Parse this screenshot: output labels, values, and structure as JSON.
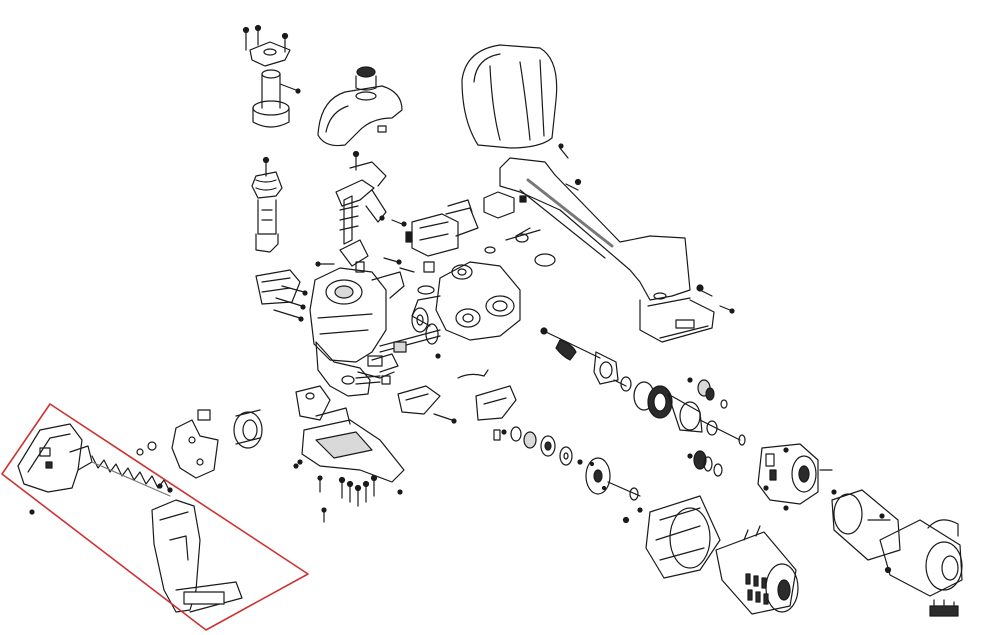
{
  "diagram": {
    "type": "exploded-parts-view",
    "line_color": "#1a1a1a",
    "fill_color": "#ffffff",
    "shade_color": "#d9d9d9",
    "dark_fill": "#2b2b2b",
    "highlight": {
      "shape": "parallelogram",
      "stroke": "#cc3333",
      "region": "handle-assembly"
    }
  }
}
